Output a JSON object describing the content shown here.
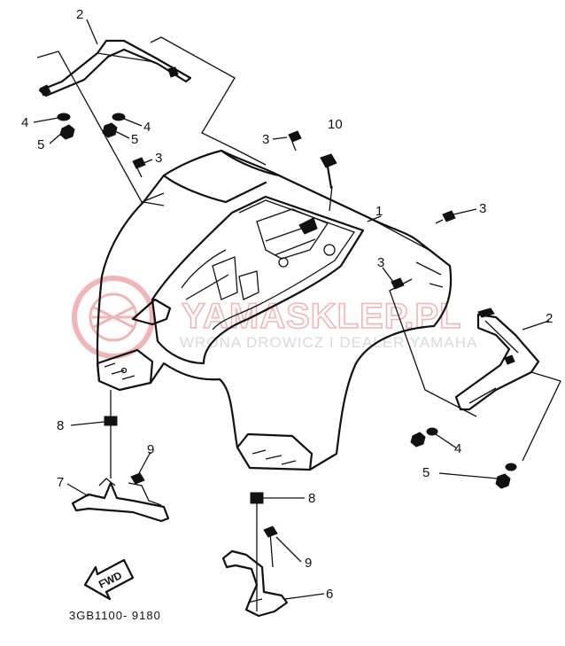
{
  "diagram_code": "3GB1100- 9180",
  "fwd_label": "FWD",
  "watermark": {
    "brand": "YAMASKLEP.PL",
    "tagline": "WRONA DROWICZ I DEALER YAMAHA"
  },
  "labels": {
    "l1": "1",
    "l2a": "2",
    "l2b": "2",
    "l3a": "3",
    "l3b": "3",
    "l3c": "3",
    "l3d": "3",
    "l4a": "4",
    "l4b": "4",
    "l4c": "4",
    "l5a": "5",
    "l5b": "5",
    "l5c": "5",
    "l6": "6",
    "l7": "7",
    "l8a": "8",
    "l8b": "8",
    "l9a": "9",
    "l9b": "9",
    "l10": "10"
  },
  "colors": {
    "line": "#111111",
    "watermark": "#f2b5b5"
  }
}
